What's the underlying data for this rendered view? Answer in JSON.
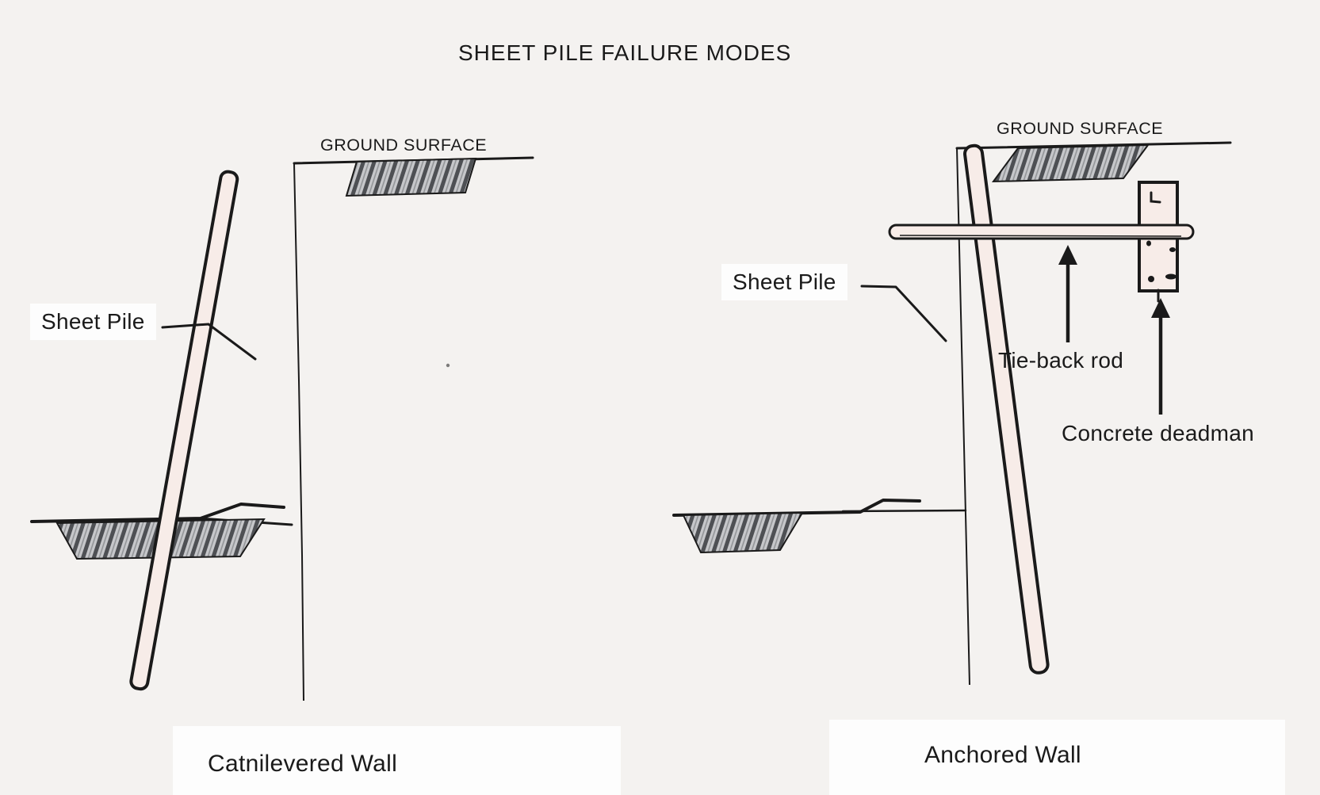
{
  "title": "SHEET PILE FAILURE MODES",
  "diagrams": {
    "cantilevered": {
      "ground_surface_label": "GROUND SURFACE",
      "sheet_pile_label": "Sheet Pile",
      "caption": "Catnilevered Wall"
    },
    "anchored": {
      "ground_surface_label": "GROUND SURFACE",
      "sheet_pile_label": "Sheet Pile",
      "tie_back_rod_label": "Tie-back rod",
      "concrete_deadman_label": "Concrete deadman",
      "caption": "Anchored Wall"
    }
  },
  "colors": {
    "ink": "#1a1a1a",
    "background": "#f4f2f0",
    "pile_fill": "#f7ece8",
    "hatch_base": "#c6c7ca",
    "hatch_stroke": "#4e5054",
    "label_bg": "#fdfdfd"
  }
}
